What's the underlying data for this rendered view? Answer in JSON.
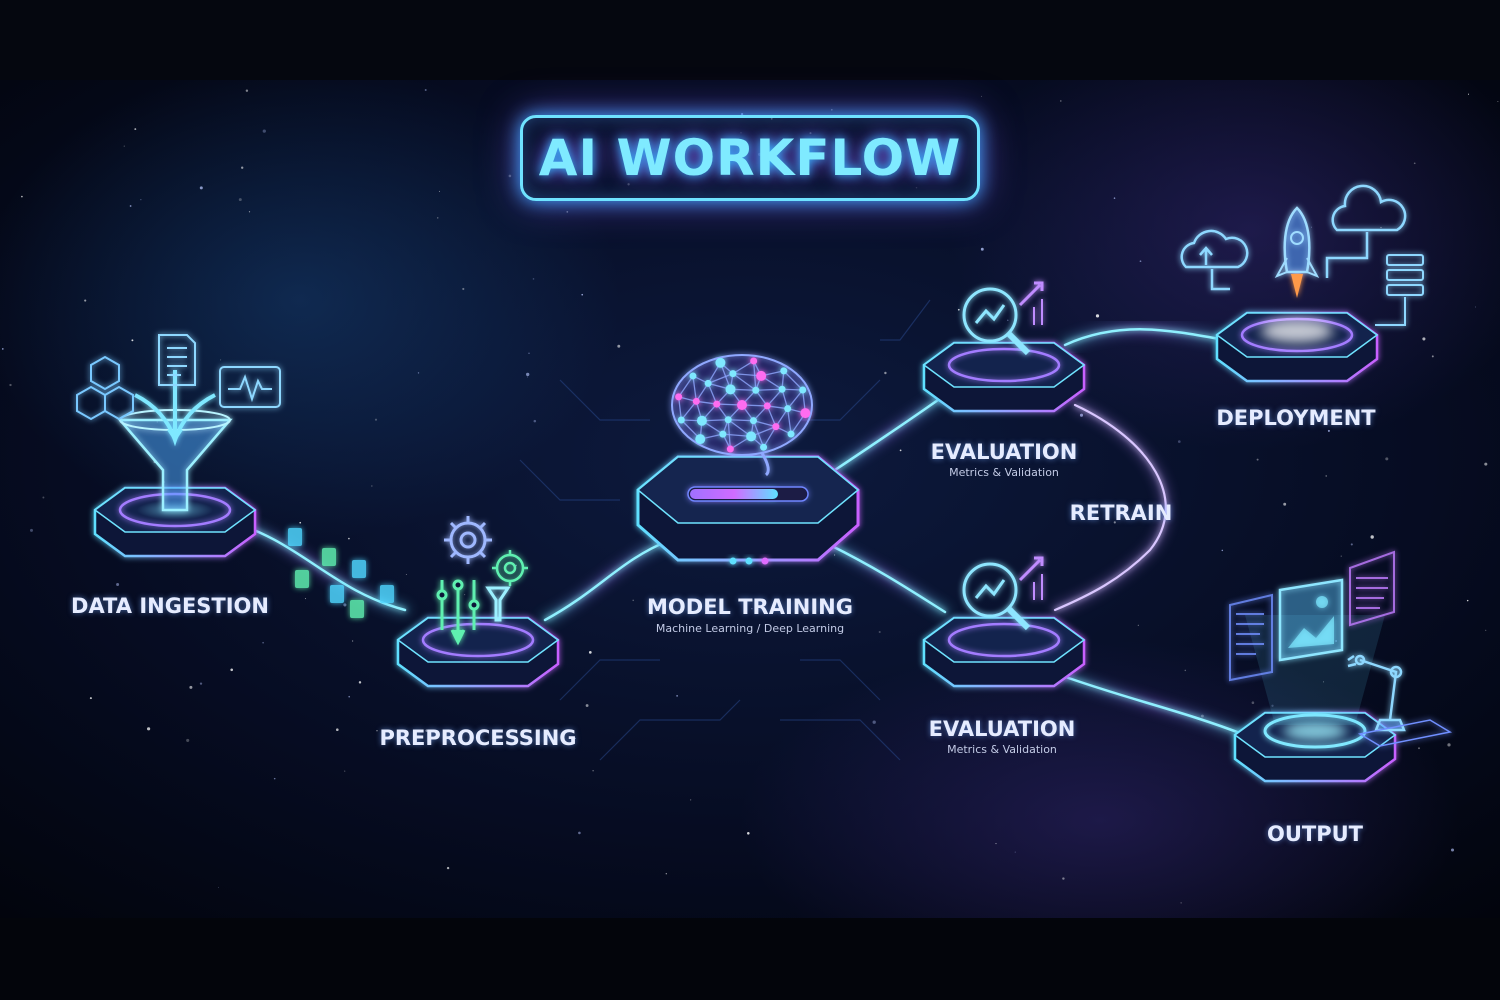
{
  "title": "AI WORKFLOW",
  "stages": {
    "ingestion": {
      "label": "DATA INGESTION"
    },
    "preprocessing": {
      "label": "PREPROCESSING"
    },
    "training": {
      "label": "MODEL TRAINING",
      "sublabel": "Machine Learning / Deep Learning"
    },
    "evaluation_top": {
      "label": "EVALUATION",
      "sublabel": "Metrics & Validation"
    },
    "evaluation_bottom": {
      "label": "EVALUATION",
      "sublabel": "Metrics & Validation"
    },
    "deployment": {
      "label": "DEPLOYMENT"
    },
    "output": {
      "label": "OUTPUT"
    }
  },
  "loop_label": "RETRAIN",
  "colors": {
    "cyan": "#5fe0ff",
    "purple": "#a070ff",
    "magenta": "#d657ff",
    "green": "#54f0a8",
    "background": "#04081a"
  },
  "icons": [
    "cubes-icon",
    "document-icon",
    "waveform-icon",
    "funnel-icon",
    "gear-icon",
    "sliders-icon",
    "brain-network-icon",
    "progress-bar-icon",
    "magnifier-chart-icon",
    "rocket-icon",
    "cloud-upload-icon",
    "cloud-icon",
    "server-icon",
    "image-frame-icon",
    "robot-arm-icon"
  ]
}
